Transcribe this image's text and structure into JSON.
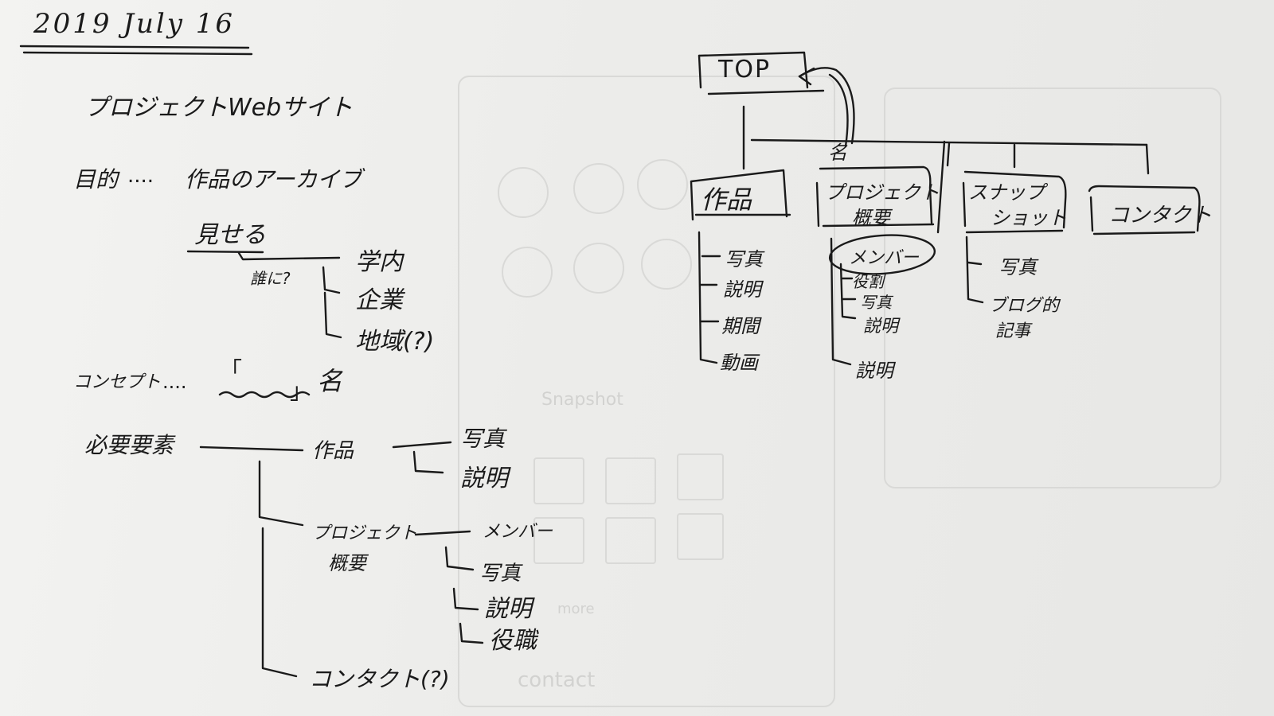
{
  "header": {
    "date": "2019 July 16",
    "title": "プロジェクトWebサイト"
  },
  "purpose": {
    "label": "目的",
    "dots": "....",
    "value": "作品のアーカイブ",
    "show": "見せる",
    "who": "誰に?",
    "targets": [
      "学内",
      "企業",
      "地域(?)"
    ]
  },
  "concept": {
    "label": "コンセプト",
    "dots": "....",
    "open_bracket": "「",
    "close_bracket": "」",
    "suffix": "名"
  },
  "elements": {
    "label": "必要要素",
    "works": {
      "label": "作品",
      "children": [
        "写真",
        "説明"
      ]
    },
    "project": {
      "label_line1": "プロジェクト",
      "label_line2": "概要",
      "member": "メンバー",
      "children": [
        "写真",
        "説明",
        "役職"
      ]
    },
    "contact": "コンタクト(?)"
  },
  "sitemap": {
    "top": "TOP",
    "back_mark": "名",
    "works": {
      "label": "作品",
      "children": [
        "写真",
        "説明",
        "期間",
        "動画"
      ]
    },
    "project": {
      "label_line1": "プロジェクト",
      "label_line2": "概要",
      "member": "メンバー",
      "member_children": [
        "役割",
        "写真",
        "説明"
      ],
      "extra": "説明"
    },
    "snapshot": {
      "label_line1": "スナップ",
      "label_line2": "ショット",
      "children": [
        "写真",
        "ブログ的",
        "記事"
      ]
    },
    "contact": "コンタクト"
  },
  "ghost_sketch": {
    "labels": [
      "Snapshot",
      "contact",
      "more"
    ]
  },
  "colors": {
    "ink": "#1a1a1a",
    "board": "#ececea",
    "ghost": "#d6d6d4"
  }
}
